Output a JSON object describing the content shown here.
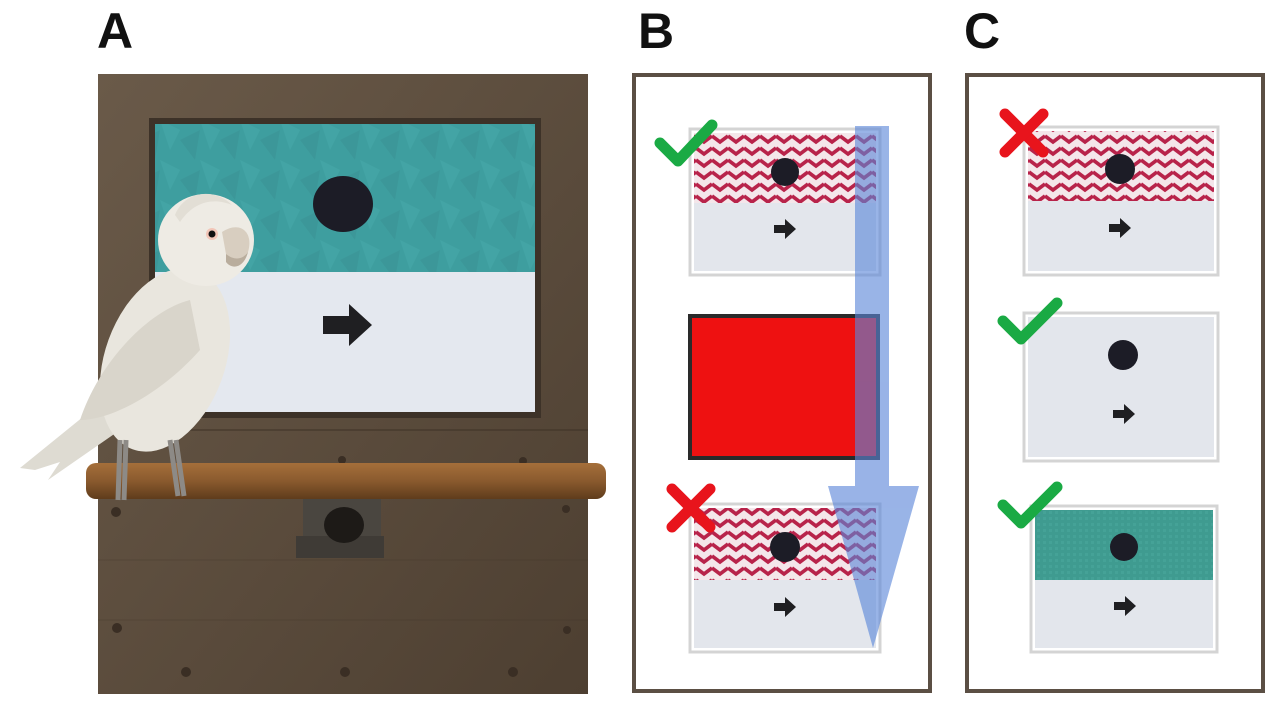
{
  "panels": {
    "a": {
      "letter": "A"
    },
    "b": {
      "letter": "B"
    },
    "c": {
      "letter": "C"
    }
  },
  "colors": {
    "cabinet": "#5b4c3d",
    "screen_teal": "#3e9e9f",
    "screen_white": "#e4e8ef",
    "perch": "#8a5a2e",
    "zigzag_red": "#b8234a",
    "red_screen": "#ee1111",
    "check_green": "#1aaa44",
    "cross_red": "#e8141c",
    "flow_arrow_blue": "#5b86d9",
    "frame_border": "#5b4f44"
  },
  "icons": [
    "stimulus-dot",
    "right-arrow-icon",
    "check-icon",
    "cross-icon",
    "down-arrow-icon"
  ],
  "panel_b_sequence": [
    {
      "pattern": "zigzag",
      "mark": "check"
    },
    {
      "pattern": "red-screen",
      "mark": "none"
    },
    {
      "pattern": "zigzag",
      "mark": "cross"
    }
  ],
  "panel_c_items": [
    {
      "pattern": "zigzag",
      "mark": "cross"
    },
    {
      "pattern": "blank",
      "mark": "check"
    },
    {
      "pattern": "teal",
      "mark": "check"
    }
  ]
}
